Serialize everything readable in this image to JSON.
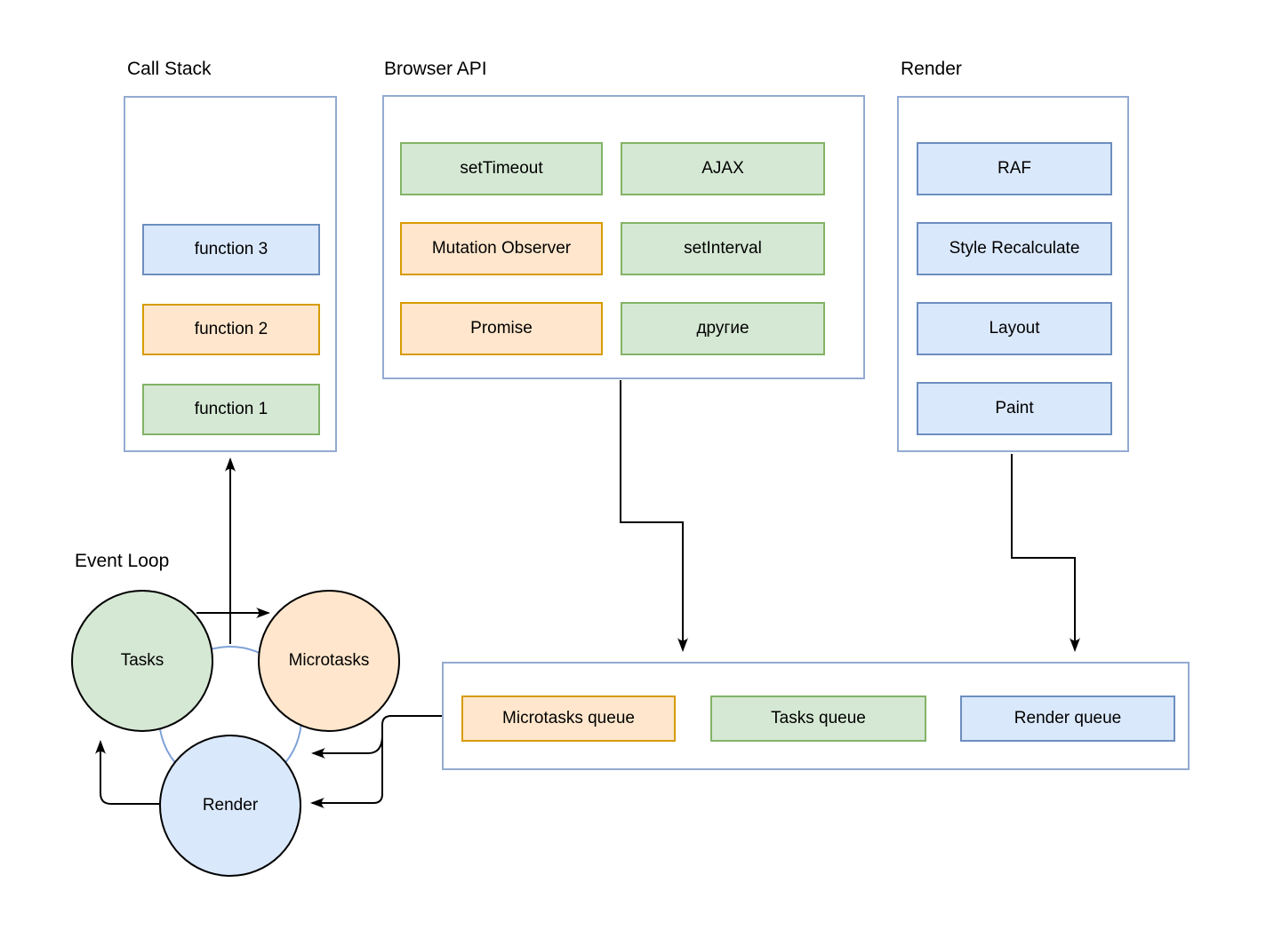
{
  "diagram": {
    "call_stack": {
      "title": "Call Stack",
      "items": [
        {
          "label": "function 3",
          "color": "blue"
        },
        {
          "label": "function 2",
          "color": "orange"
        },
        {
          "label": "function 1",
          "color": "green"
        }
      ]
    },
    "browser_api": {
      "title": "Browser API",
      "items": [
        {
          "label": "setTimeout",
          "color": "green"
        },
        {
          "label": "AJAX",
          "color": "green"
        },
        {
          "label": "Mutation Observer",
          "color": "orange"
        },
        {
          "label": "setInterval",
          "color": "green"
        },
        {
          "label": "Promise",
          "color": "orange"
        },
        {
          "label": "другие",
          "color": "green"
        }
      ]
    },
    "render_pipeline": {
      "title": "Render",
      "items": [
        {
          "label": "RAF",
          "color": "blue"
        },
        {
          "label": "Style Recalculate",
          "color": "blue"
        },
        {
          "label": "Layout",
          "color": "blue"
        },
        {
          "label": "Paint",
          "color": "blue"
        }
      ]
    },
    "event_loop": {
      "title": "Event Loop",
      "circles": [
        {
          "label": "Tasks",
          "color": "green"
        },
        {
          "label": "Microtasks",
          "color": "orange"
        },
        {
          "label": "Render",
          "color": "blue"
        }
      ]
    },
    "queues": {
      "items": [
        {
          "label": "Microtasks queue",
          "color": "orange"
        },
        {
          "label": "Tasks queue",
          "color": "green"
        },
        {
          "label": "Render queue",
          "color": "blue"
        }
      ]
    }
  },
  "palette": {
    "green_fill": "#d5e8d4",
    "green_stroke": "#82b366",
    "orange_fill": "#ffe6cc",
    "orange_stroke": "#d79b00",
    "blue_fill": "#dae8fc",
    "blue_stroke": "#6c8ebf",
    "container_stroke": "#93abd2",
    "loop_ring_stroke": "#7ea2d8",
    "connector": "#000000",
    "background": "#ffffff"
  }
}
